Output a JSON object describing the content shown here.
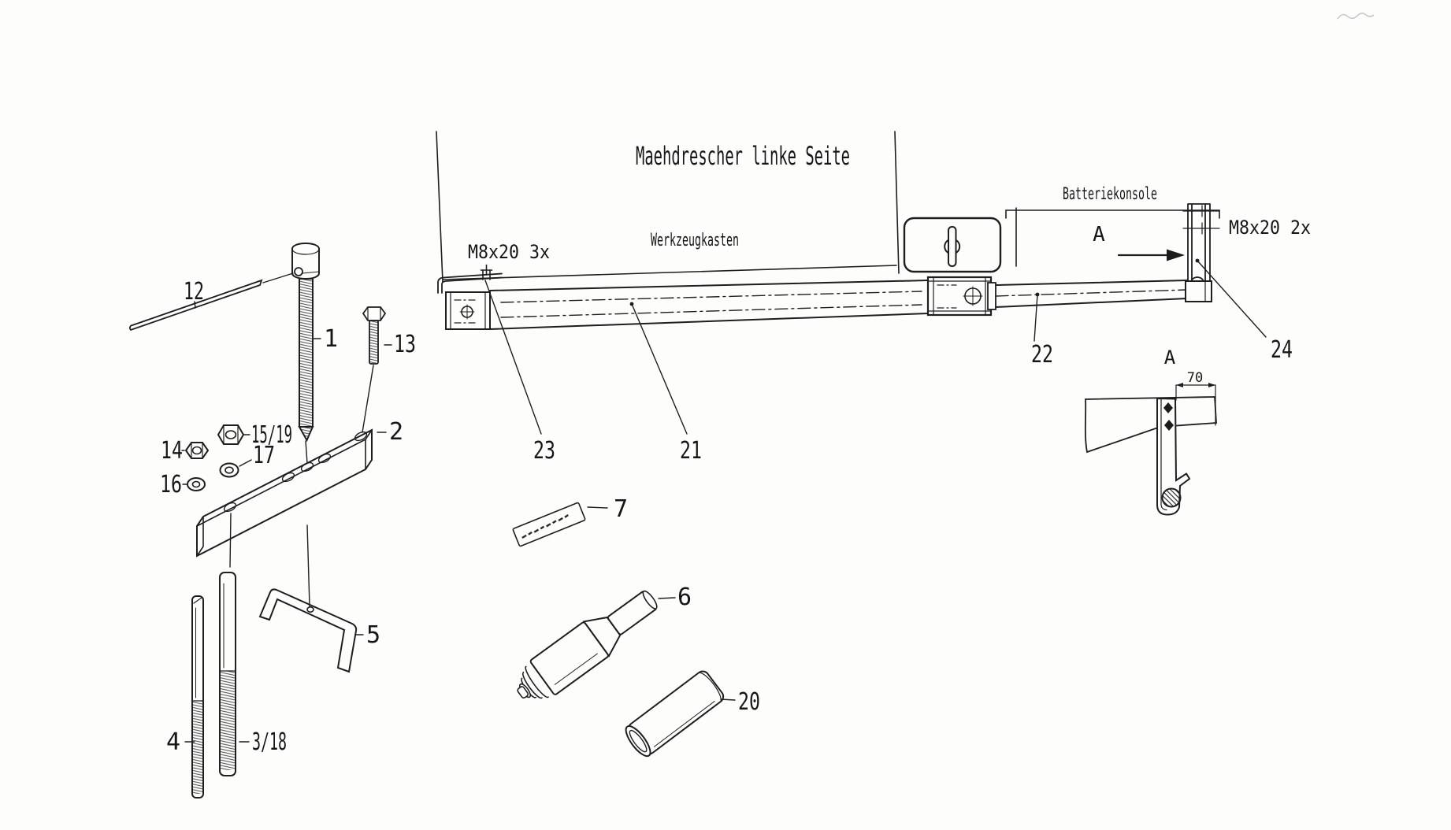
{
  "drawing": {
    "title": "Maehdrescher linke Seite",
    "toolbox_label": "Werkzeugkasten",
    "battery_console_label": "Batteriekonsole",
    "bolt_spec_toolbox": "M8x20  3x",
    "bolt_spec_battery_console": "M8x20  2x",
    "view_direction_label": "A"
  },
  "detail_view": {
    "label": "A",
    "dimension_mm": "70"
  },
  "part_labels": {
    "p1": "1",
    "p2": "2",
    "p3_18": "3/18",
    "p4": "4",
    "p5": "5",
    "p6": "6",
    "p7": "7",
    "p12": "12",
    "p13": "13",
    "p14": "14",
    "p15_19": "15/19",
    "p16": "16",
    "p17": "17",
    "p20": "20",
    "p21": "21",
    "p22": "22",
    "p23": "23",
    "p24": "24"
  }
}
